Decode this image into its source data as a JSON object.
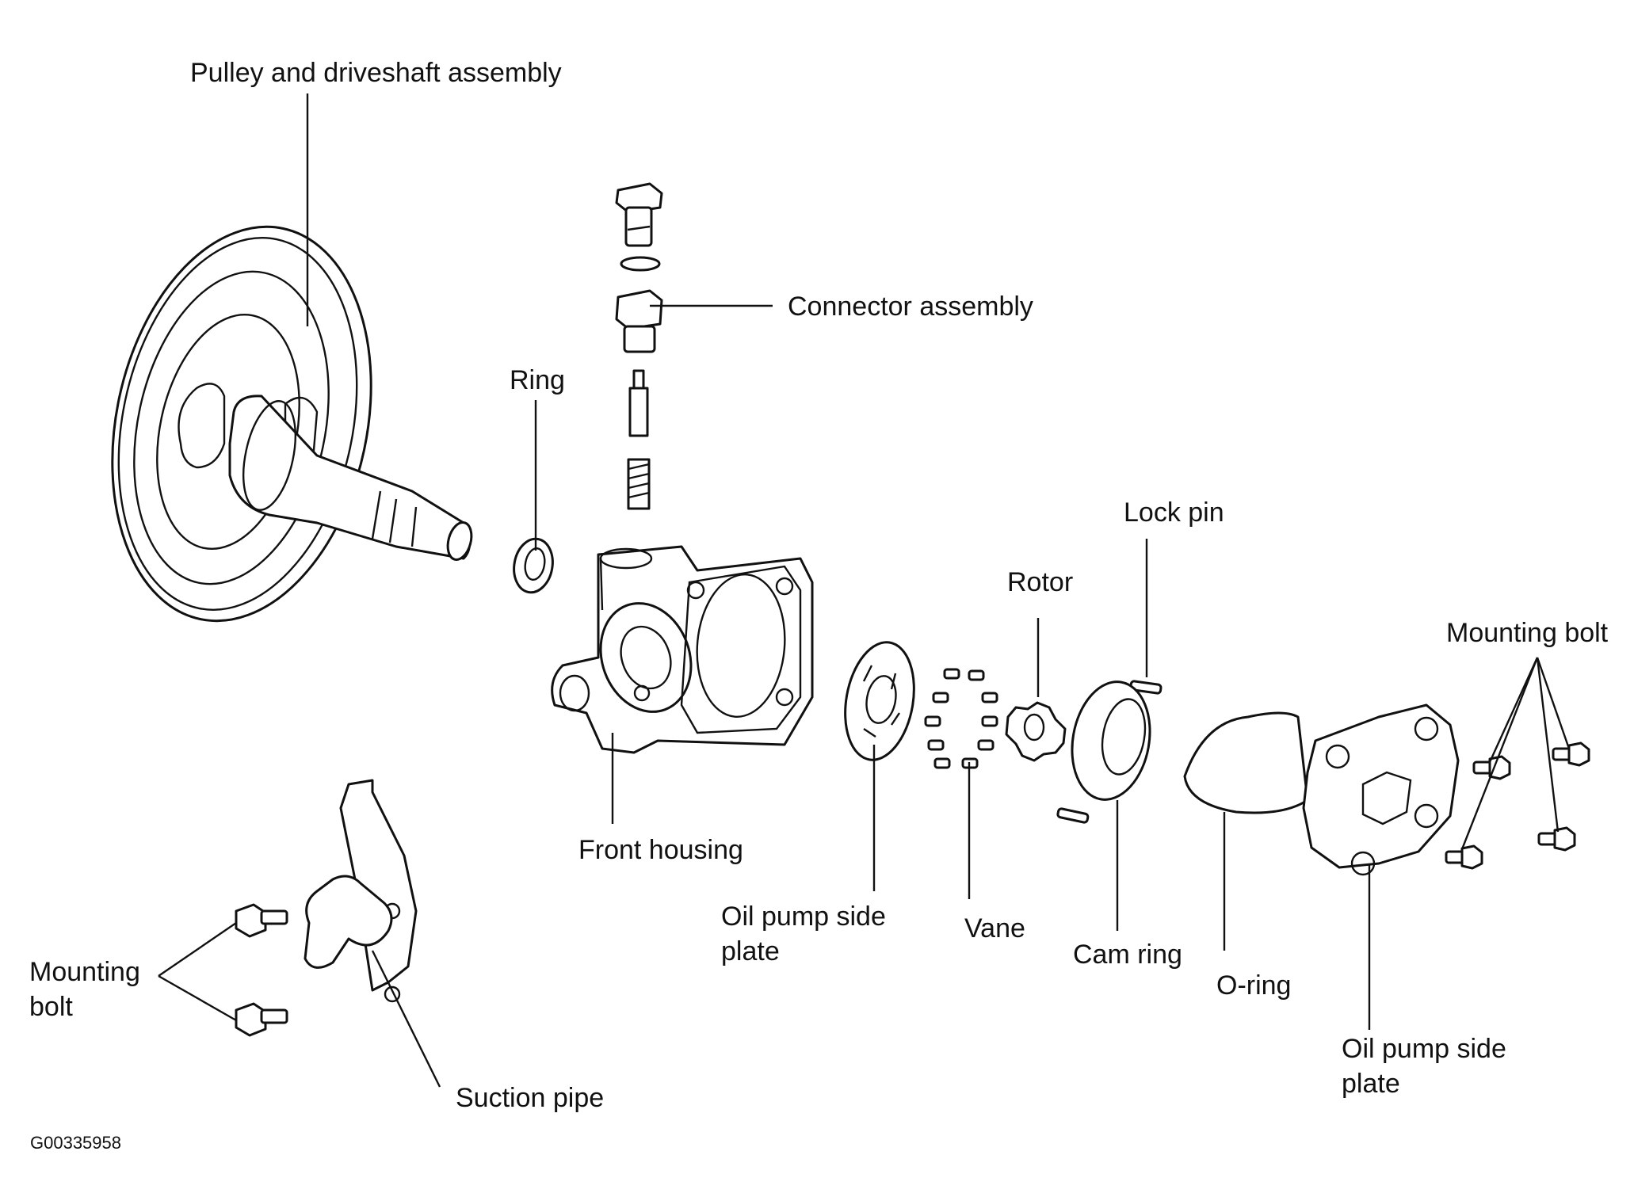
{
  "labels": {
    "pulley": "Pulley and driveshaft assembly",
    "connector": "Connector assembly",
    "ring": "Ring",
    "lock_pin": "Lock pin",
    "rotor": "Rotor",
    "mounting_bolt_right": "Mounting bolt",
    "front_housing": "Front housing",
    "oil_pump_side_plate_front": "Oil pump side\nplate",
    "vane": "Vane",
    "cam_ring": "Cam ring",
    "o_ring": "O-ring",
    "oil_pump_side_plate_rear": "Oil pump side\nplate",
    "mounting_bolt_left": "Mounting\nbolt",
    "suction_pipe": "Suction pipe"
  },
  "figure_code": "G00335958"
}
